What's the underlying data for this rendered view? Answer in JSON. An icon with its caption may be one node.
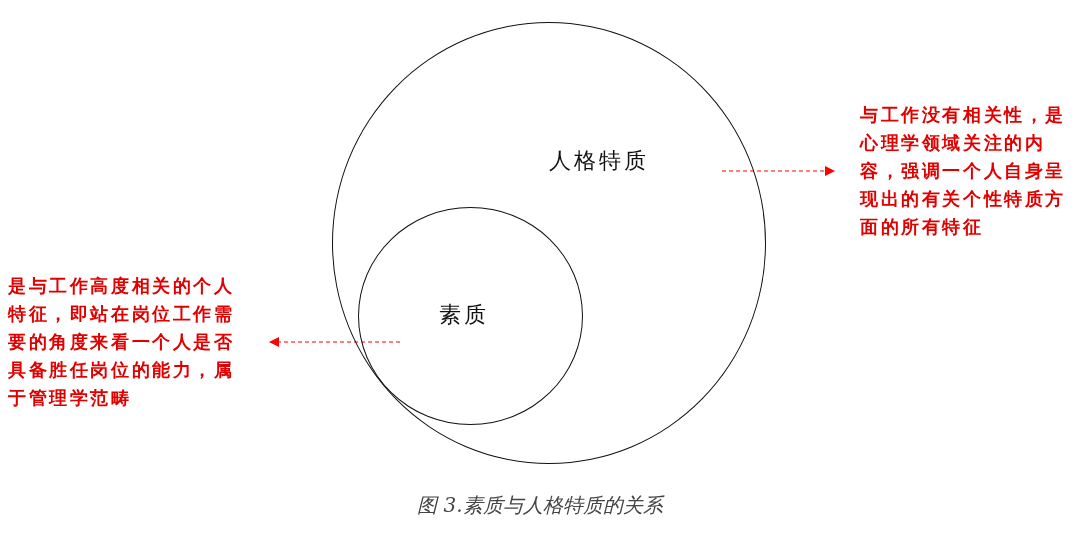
{
  "diagram": {
    "caption": "图 3.素质与人格特质的关系",
    "nodes": [
      {
        "text": [
          "人格特质"
        ]
      },
      {
        "text": [
          "素质"
        ],
        "in": 0
      },
      {
        "text": [
          "与工作没有相关性，是心理学领域关注的内容，强调一个人自身呈现出的有关个性特质方面的所有特征"
        ]
      },
      {
        "text": [
          "是与工作高度相关的个人特征，即站在岗位工作需要的角度来看一个人是否具备胜任岗位的能力，属于管理学范畴"
        ]
      }
    ],
    "edges": [
      {
        "from": 0,
        "to": 2,
        "arrow": "to",
        "style": "dashed",
        "color": "#ff0000"
      },
      {
        "from": 1,
        "to": 3,
        "arrow": "to",
        "style": "dashed",
        "color": "#ff0000"
      }
    ]
  }
}
